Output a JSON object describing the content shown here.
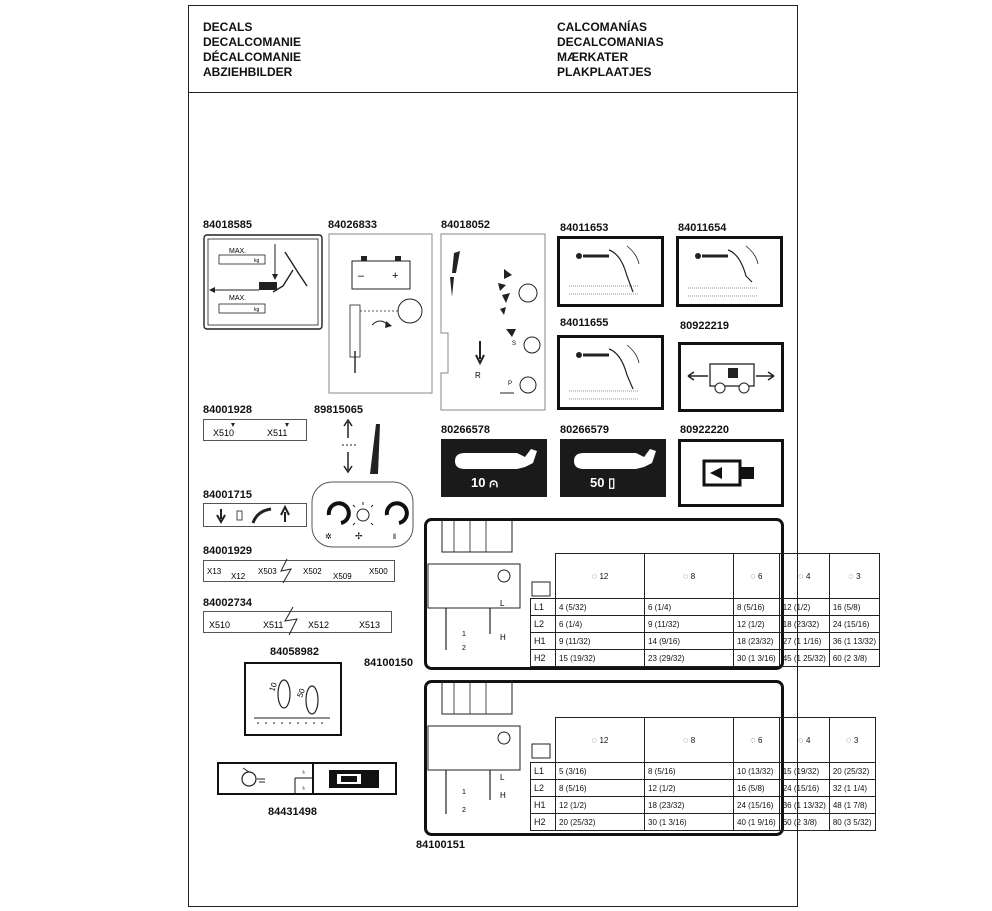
{
  "header": {
    "left": [
      "DECALS",
      "DECALCOMANIE",
      "DÉCALCOMANIE",
      "ABZIEHBILDER"
    ],
    "right": [
      "CALCOMANÍAS",
      "DECALCOMANIAS",
      "MÆRKATER",
      "PLAKPLAATJES"
    ]
  },
  "parts": {
    "p84018585": "84018585",
    "p84026833": "84026833",
    "p84018052": "84018052",
    "p84011653": "84011653",
    "p84011654": "84011654",
    "p84011655": "84011655",
    "p80922219": "80922219",
    "p84001928": "84001928",
    "p89815065": "89815065",
    "p80266578": "80266578",
    "p80266579": "80266579",
    "p80922220": "80922220",
    "p84001715": "84001715",
    "p84001929": "84001929",
    "p84002734": "84002734",
    "p84058982": "84058982",
    "p84100150": "84100150",
    "p84431498": "84431498",
    "p84100151": "84100151"
  },
  "decal_84018585": {
    "max_top": "MAX.",
    "kg_top": "kg",
    "max_bottom": "MAX.",
    "kg_bottom": "kg"
  },
  "decal_84018052": {
    "r_label": "R",
    "s_label": "S",
    "p_label": "P"
  },
  "decal_84001928": {
    "a": "X510",
    "b": "X511"
  },
  "decal_84001929": {
    "a": "X13",
    "b": "X12",
    "c": "X503",
    "d": "X502",
    "e": "X509",
    "f": "X500"
  },
  "decal_84002734": {
    "a": "X510",
    "b": "X511",
    "c": "X512",
    "d": "X513"
  },
  "decal_80266578": {
    "text": "10 ⩀"
  },
  "decal_80266579": {
    "text": "50 ▯"
  },
  "decal_84058982": {
    "a": "10",
    "b": "50"
  },
  "decal_84100150": {
    "mech_labels": {
      "one": "1",
      "two": "2",
      "l": "L",
      "h": "H"
    },
    "dial_values": [
      "12",
      "8",
      "6",
      "4",
      "3"
    ],
    "rows": [
      {
        "label": "L1",
        "cells": [
          "4 (5/32)",
          "6 (1/4)",
          "8 (5/16)",
          "12 (1/2)",
          "16 (5/8)"
        ]
      },
      {
        "label": "L2",
        "cells": [
          "6 (1/4)",
          "9 (11/32)",
          "12 (1/2)",
          "18 (23/32)",
          "24 (15/16)"
        ]
      },
      {
        "label": "H1",
        "cells": [
          "9 (11/32)",
          "14 (9/16)",
          "18 (23/32)",
          "27 (1 1/16)",
          "36 (1 13/32)"
        ]
      },
      {
        "label": "H2",
        "cells": [
          "15 (19/32)",
          "23 (29/32)",
          "30 (1 3/16)",
          "45 (1 25/32)",
          "60 (2 3/8)"
        ]
      }
    ]
  },
  "decal_84100151": {
    "mech_labels": {
      "one": "1",
      "two": "2",
      "l": "L",
      "h": "H"
    },
    "dial_values": [
      "12",
      "8",
      "6",
      "4",
      "3"
    ],
    "rows": [
      {
        "label": "L1",
        "cells": [
          "5 (3/16)",
          "8 (5/16)",
          "10 (13/32)",
          "15 (19/32)",
          "20 (25/32)"
        ]
      },
      {
        "label": "L2",
        "cells": [
          "8 (5/16)",
          "12 (1/2)",
          "16 (5/8)",
          "24 (15/16)",
          "32 (1 1/4)"
        ]
      },
      {
        "label": "H1",
        "cells": [
          "12 (1/2)",
          "18 (23/32)",
          "24 (15/16)",
          "36 (1 13/32)",
          "48 (1 7/8)"
        ]
      },
      {
        "label": "H2",
        "cells": [
          "20 (25/32)",
          "30 (1 3/16)",
          "40 (1 9/16)",
          "60 (2 3/8)",
          "80 (3 5/32)"
        ]
      }
    ]
  }
}
